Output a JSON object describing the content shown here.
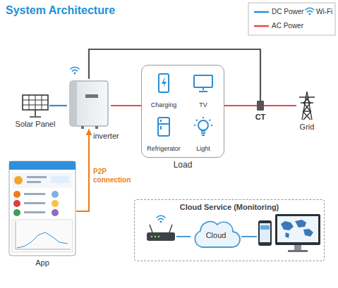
{
  "diagram": {
    "title": "System Architecture",
    "nodes": [
      {
        "text": [
          "Solar Panel"
        ]
      },
      {
        "text": [
          "inverter"
        ]
      },
      {
        "text": [
          "Load"
        ]
      },
      {
        "text": [
          "Charging"
        ],
        "in": 2
      },
      {
        "text": [
          "TV"
        ],
        "in": 2
      },
      {
        "text": [
          "Refrigerator"
        ],
        "in": 2
      },
      {
        "text": [
          "Light"
        ],
        "in": 2
      },
      {
        "text": [
          "CT"
        ]
      },
      {
        "text": [
          "Grid"
        ]
      },
      {
        "text": [
          "App"
        ]
      },
      {
        "text": [
          "Cloud Service (Monitoring)"
        ]
      },
      {
        "text": [
          "Cloud"
        ],
        "in": 10
      }
    ],
    "edges": [
      {
        "from": 0,
        "to": 1,
        "arrow": "none"
      },
      {
        "from": 1,
        "to": 2,
        "arrow": "none"
      },
      {
        "from": 2,
        "to": 7,
        "arrow": "none"
      },
      {
        "from": 7,
        "to": 8,
        "arrow": "none"
      },
      {
        "from": 1,
        "to": 7,
        "arrow": "none"
      },
      {
        "from": 9,
        "to": 1,
        "label": "P2P connection",
        "arrow": "to"
      }
    ],
    "legend": [
      {
        "text": "DC Power"
      },
      {
        "text": "Wi-Fi"
      },
      {
        "text": "AC Power"
      }
    ]
  }
}
